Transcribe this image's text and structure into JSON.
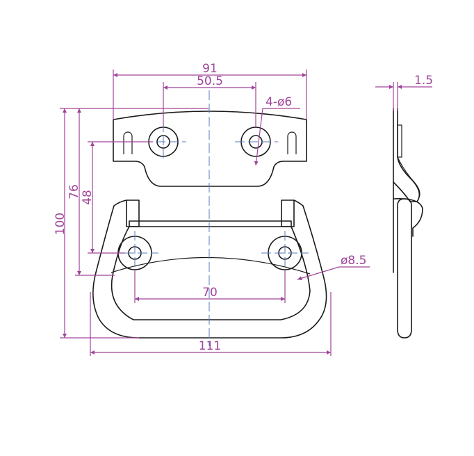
{
  "drawing": {
    "colors": {
      "dimension": "#a0449a",
      "outline": "#1a1a1a",
      "centerline": "#5a78c0",
      "background": "#ffffff"
    },
    "dimensions": {
      "overall_plate_width": "91",
      "upper_hole_spacing": "50.5",
      "mounting_holes": "4-ø6",
      "plate_thickness": "1.5",
      "overall_height": "100",
      "height_76": "76",
      "height_48": "48",
      "lower_hole_spacing": "70",
      "handle_rod_diameter": "ø8.5",
      "overall_handle_width": "111"
    }
  }
}
